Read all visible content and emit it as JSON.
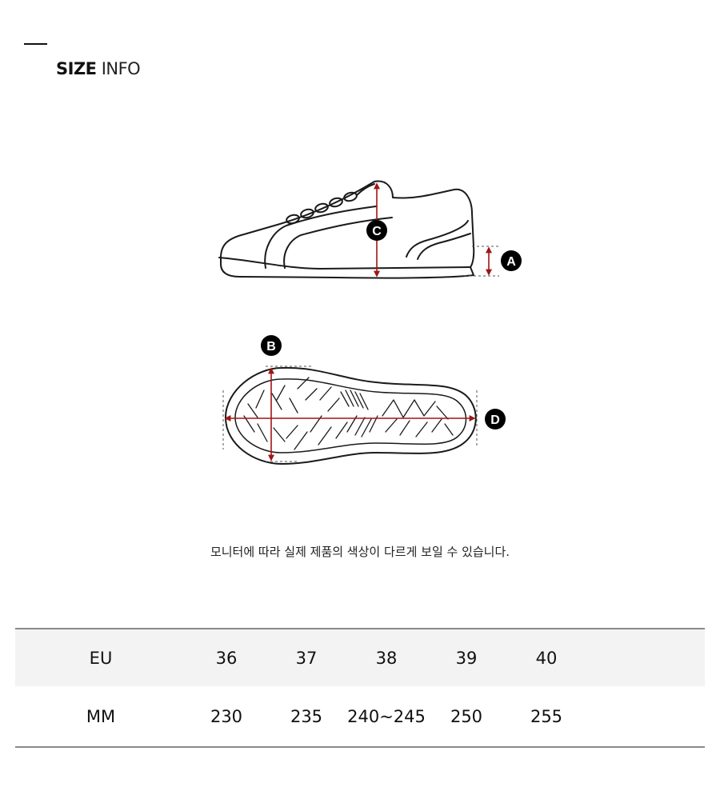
{
  "header": {
    "title_bold": "SIZE",
    "title_light": "INFO"
  },
  "diagram": {
    "labels": {
      "a": "A",
      "b": "B",
      "c": "C",
      "d": "D"
    },
    "arrow_color": "#a01515"
  },
  "notice": "모니터에 따라 실제 제품의 색상이 다르게 보일 수 있습니다.",
  "size_table": {
    "rows": [
      {
        "label": "EU",
        "values": [
          "36",
          "37",
          "38",
          "39",
          "40"
        ]
      },
      {
        "label": "MM",
        "values": [
          "230",
          "235",
          "240~245",
          "250",
          "255"
        ]
      }
    ]
  }
}
